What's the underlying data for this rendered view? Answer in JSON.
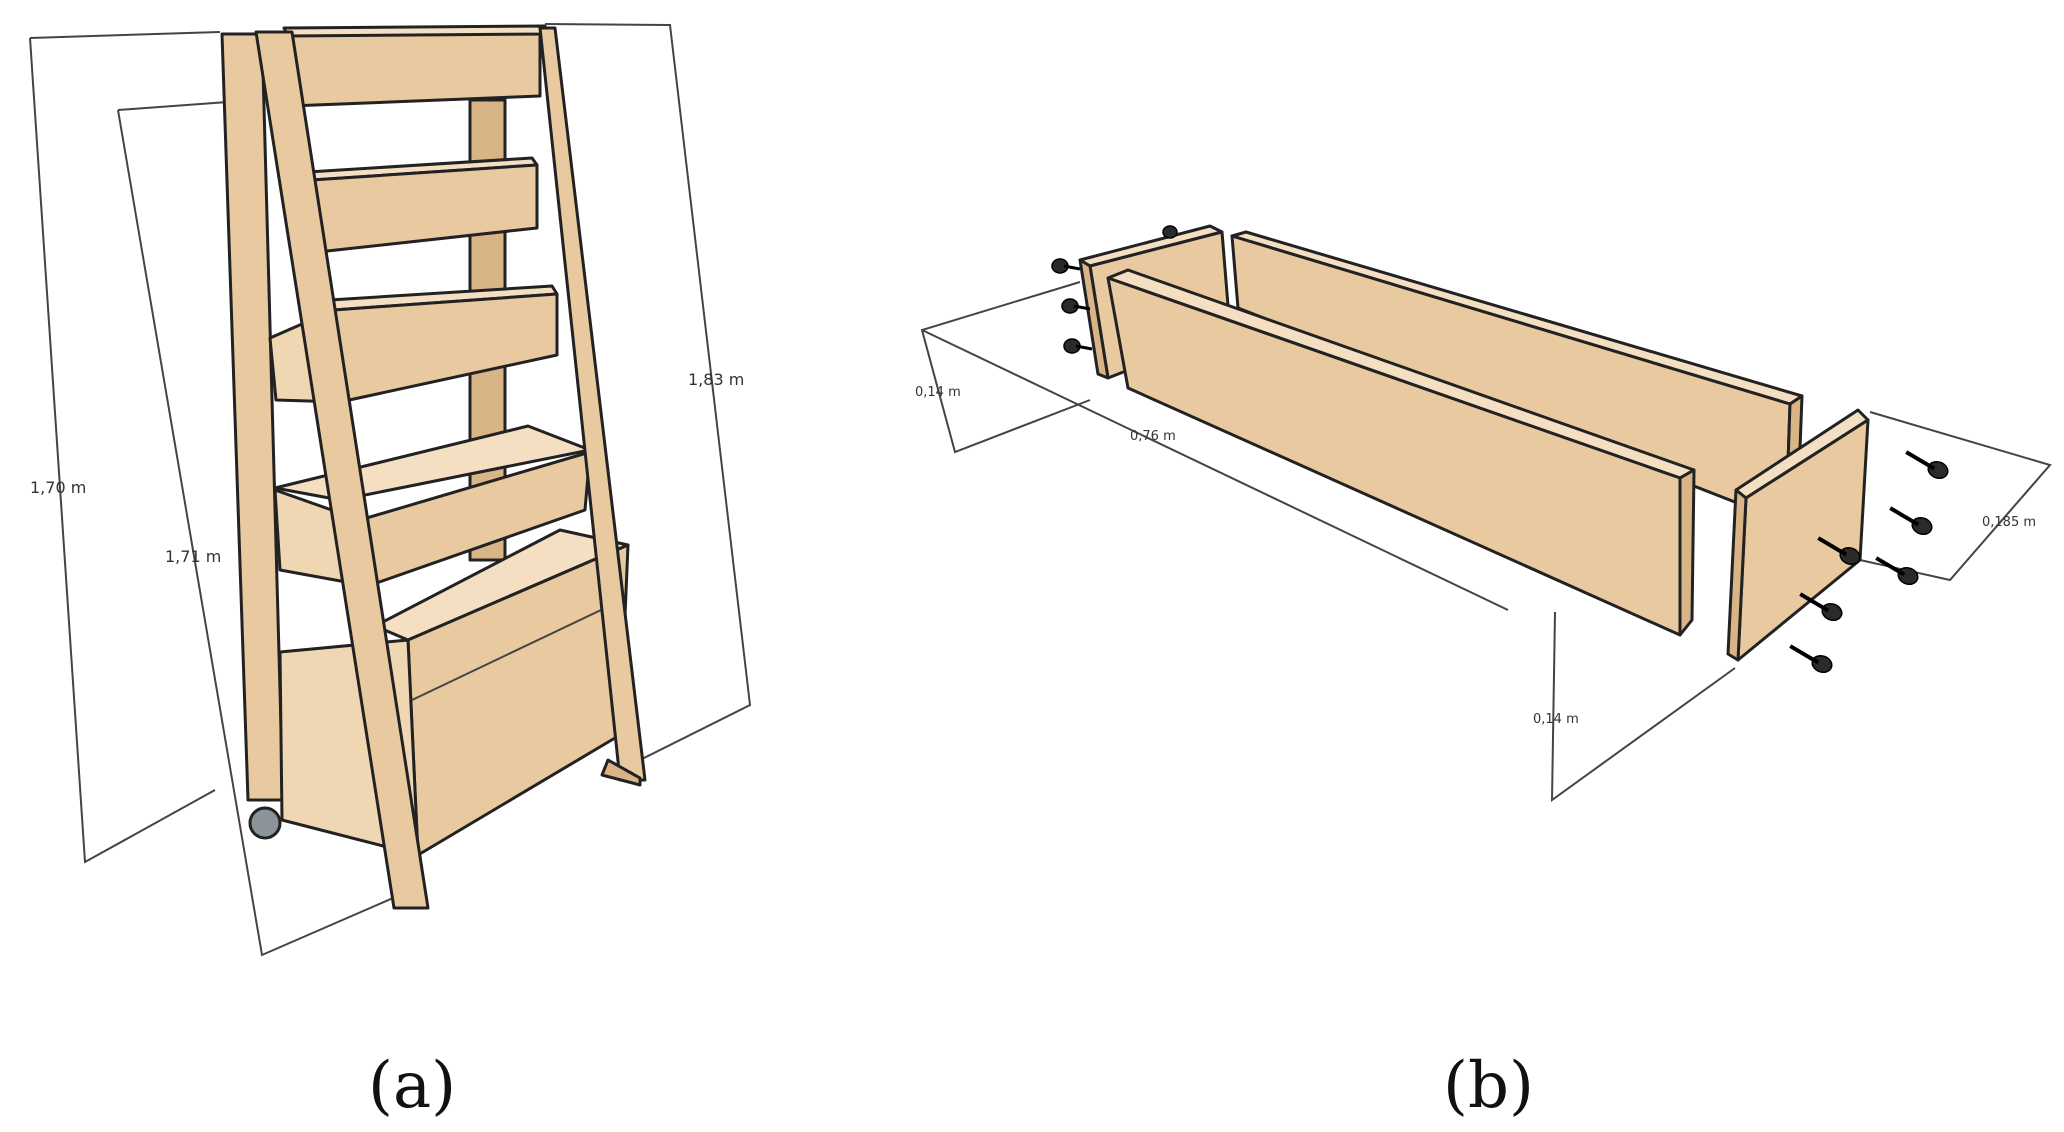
{
  "panel_a": {
    "caption": "(a)",
    "dimensions": {
      "height_left": "1,70 m",
      "height_inner": "1,71 m",
      "height_right": "1,83 m"
    }
  },
  "panel_b": {
    "caption": "(b)",
    "dimensions": {
      "end_height": "0,14 m",
      "length": "0,76 m",
      "end_width": "0,185 m",
      "side_height": "0,14 m"
    }
  }
}
